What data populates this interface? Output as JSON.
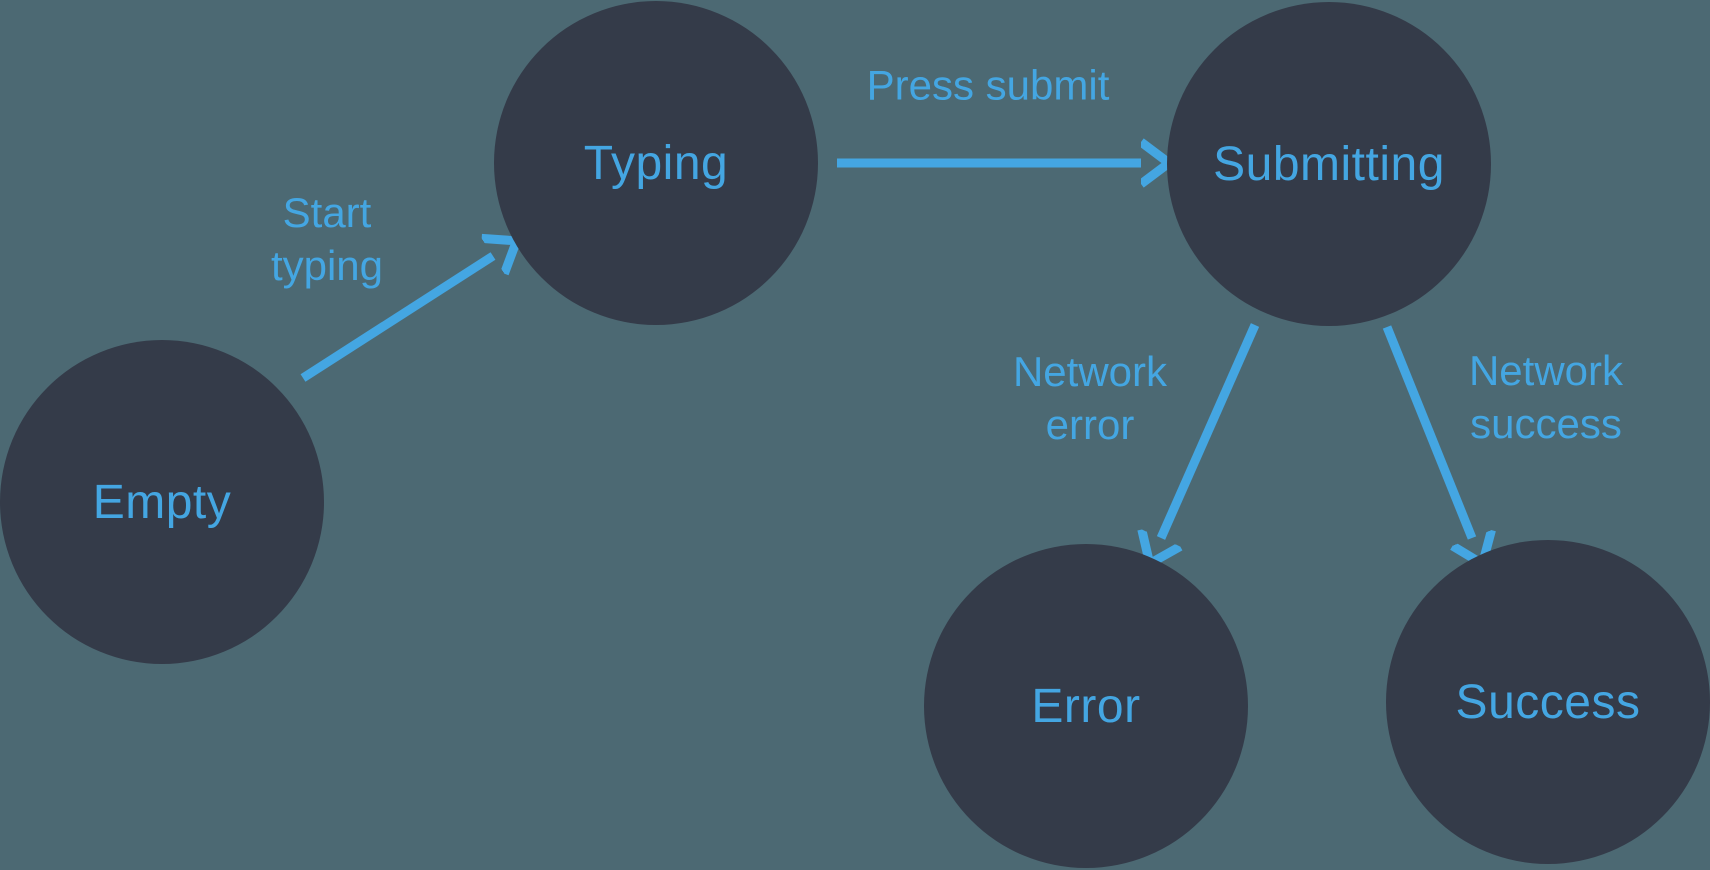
{
  "diagram": {
    "type": "state-machine",
    "colors": {
      "background": "#4c6973",
      "node_fill": "#343b49",
      "accent_blue": "#44a6e2"
    },
    "nodes": [
      {
        "id": "empty",
        "label": "Empty"
      },
      {
        "id": "typing",
        "label": "Typing"
      },
      {
        "id": "submitting",
        "label": "Submitting"
      },
      {
        "id": "error",
        "label": "Error"
      },
      {
        "id": "success",
        "label": "Success"
      }
    ],
    "edges": [
      {
        "from": "empty",
        "to": "typing",
        "label": "Start typing"
      },
      {
        "from": "typing",
        "to": "submitting",
        "label": "Press submit"
      },
      {
        "from": "submitting",
        "to": "error",
        "label": "Network error"
      },
      {
        "from": "submitting",
        "to": "success",
        "label": "Network success"
      }
    ]
  }
}
